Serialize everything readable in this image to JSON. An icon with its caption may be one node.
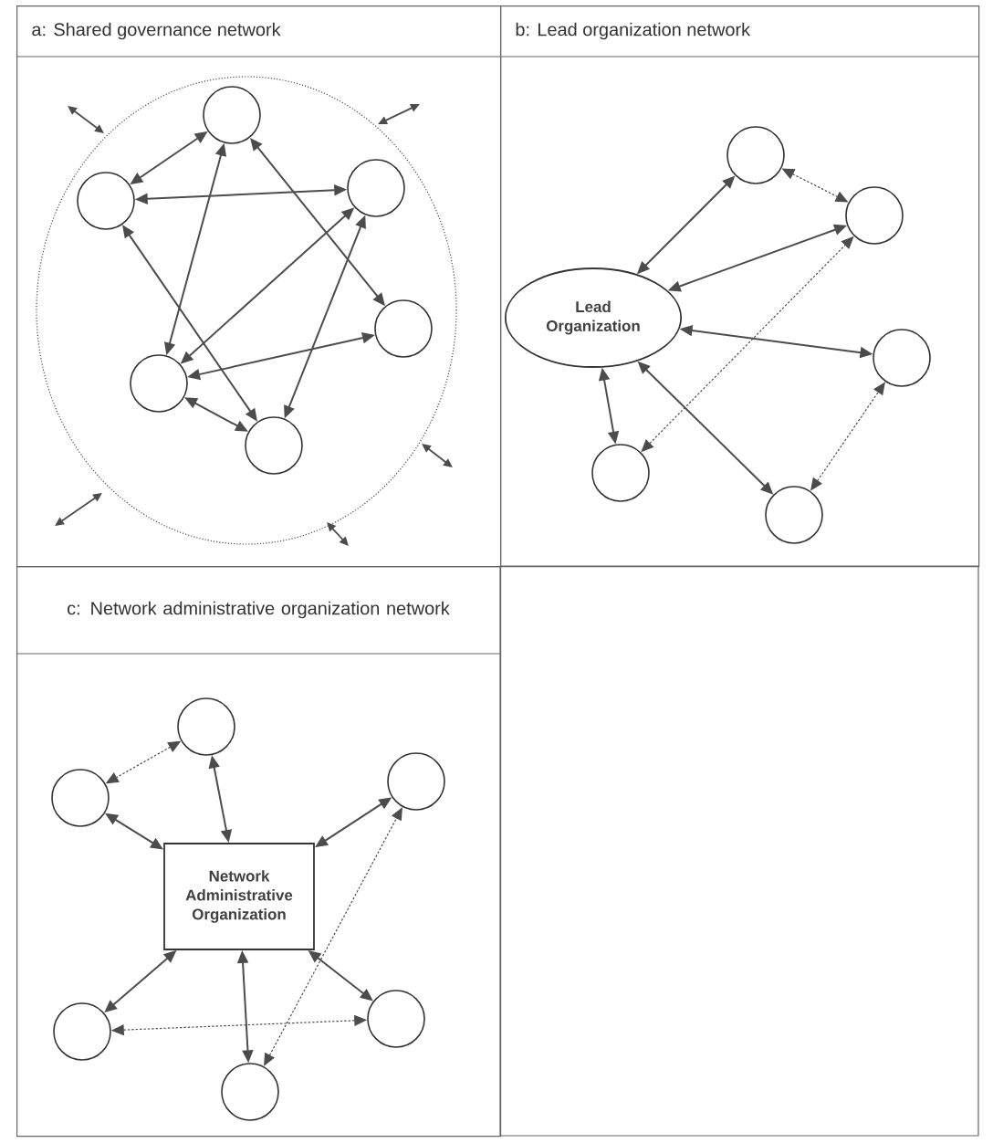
{
  "diagram": {
    "nodes": [
      {
        "text": [
          "a: Shared governance network"
        ]
      },
      {
        "text": [],
        "shape": "ellipse",
        "in": 0
      },
      {
        "text": [],
        "shape": "circle",
        "in": 1
      },
      {
        "text": [],
        "shape": "circle",
        "in": 1
      },
      {
        "text": [],
        "shape": "circle",
        "in": 1
      },
      {
        "text": [],
        "shape": "circle",
        "in": 1
      },
      {
        "text": [],
        "shape": "circle",
        "in": 1
      },
      {
        "text": [],
        "shape": "circle",
        "in": 1
      },
      {
        "text": [
          "b: Lead organization network"
        ]
      },
      {
        "text": [
          "Lead Organization"
        ],
        "in": 8
      },
      {
        "text": [],
        "shape": "circle",
        "in": 8
      },
      {
        "text": [],
        "shape": "circle",
        "in": 8
      },
      {
        "text": [],
        "shape": "circle",
        "in": 8
      },
      {
        "text": [],
        "shape": "circle",
        "in": 8
      },
      {
        "text": [],
        "shape": "circle",
        "in": 8
      },
      {
        "text": [
          "c: Network administrative organization network"
        ]
      },
      {
        "text": [
          "Network Administrative Organization"
        ],
        "in": 15
      },
      {
        "text": [],
        "shape": "circle",
        "in": 15
      },
      {
        "text": [],
        "shape": "circle",
        "in": 15
      },
      {
        "text": [],
        "shape": "circle",
        "in": 15
      },
      {
        "text": [],
        "shape": "circle",
        "in": 15
      },
      {
        "text": [],
        "shape": "circle",
        "in": 15
      },
      {
        "text": [],
        "shape": "circle",
        "in": 15
      }
    ],
    "edges": [
      {
        "from": 2,
        "to": 3,
        "arrow": "both"
      },
      {
        "from": 3,
        "to": 4,
        "arrow": "both"
      },
      {
        "from": 2,
        "to": 6,
        "arrow": "both"
      },
      {
        "from": 2,
        "to": 5,
        "arrow": "both"
      },
      {
        "from": 3,
        "to": 7,
        "arrow": "both"
      },
      {
        "from": 4,
        "to": 6,
        "arrow": "both"
      },
      {
        "from": 4,
        "to": 7,
        "arrow": "both"
      },
      {
        "from": 5,
        "to": 6,
        "arrow": "both"
      },
      {
        "from": 6,
        "to": 7,
        "arrow": "both"
      },
      {
        "from": 9,
        "to": 10,
        "arrow": "both"
      },
      {
        "from": 10,
        "to": 11,
        "arrow": "both",
        "style": "dashed"
      },
      {
        "from": 9,
        "to": 11,
        "arrow": "both"
      },
      {
        "from": 9,
        "to": 12,
        "arrow": "both"
      },
      {
        "from": 9,
        "to": 13,
        "arrow": "both"
      },
      {
        "from": 9,
        "to": 14,
        "arrow": "both"
      },
      {
        "from": 13,
        "to": 11,
        "arrow": "both",
        "style": "dashed"
      },
      {
        "from": 14,
        "to": 12,
        "arrow": "both",
        "style": "dashed"
      },
      {
        "from": 17,
        "to": 18,
        "arrow": "both",
        "style": "dashed"
      },
      {
        "from": 16,
        "to": 17,
        "arrow": "both"
      },
      {
        "from": 16,
        "to": 18,
        "arrow": "both"
      },
      {
        "from": 16,
        "to": 19,
        "arrow": "both"
      },
      {
        "from": 16,
        "to": 20,
        "arrow": "both"
      },
      {
        "from": 16,
        "to": 21,
        "arrow": "both"
      },
      {
        "from": 16,
        "to": 22,
        "arrow": "both"
      },
      {
        "from": 20,
        "to": 21,
        "arrow": "both",
        "style": "dashed"
      },
      {
        "from": 22,
        "to": 19,
        "arrow": "both",
        "style": "dashed"
      }
    ]
  }
}
